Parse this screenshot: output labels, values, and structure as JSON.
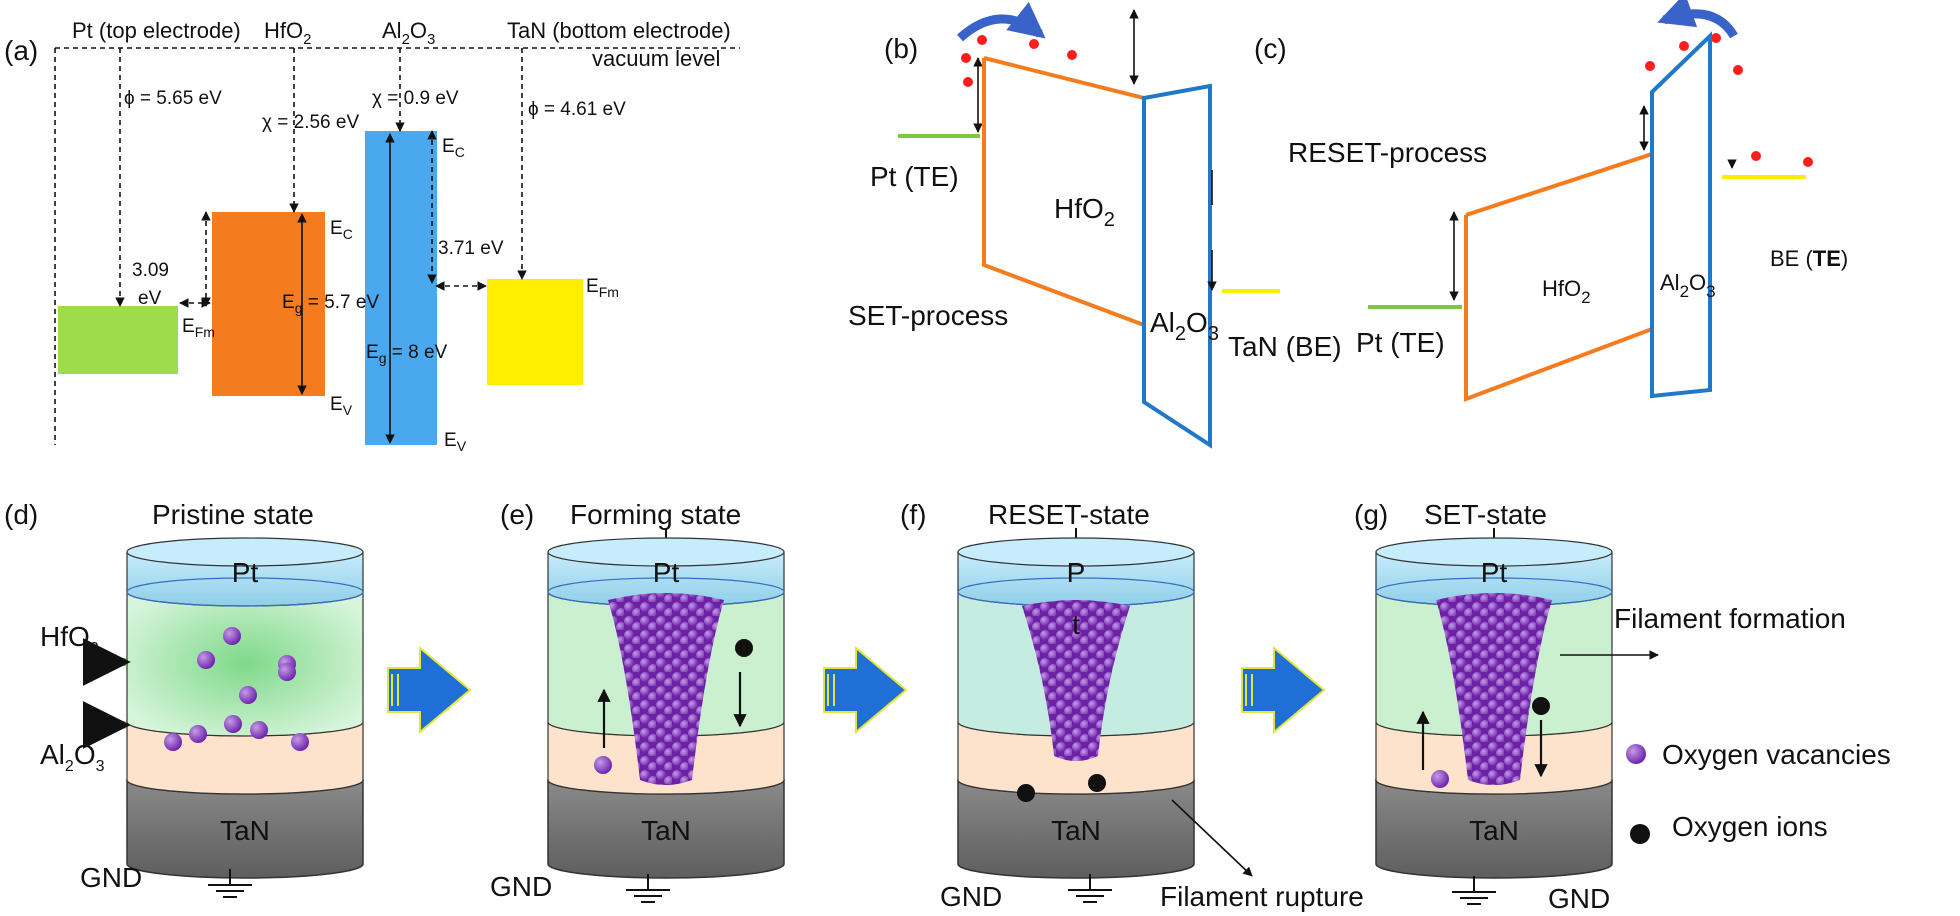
{
  "colors": {
    "pt_metal": "#9ddc4d",
    "hfo2": "#f47c1f",
    "al2o3": "#4aa8ef",
    "tan_metal": "#ffee00",
    "pt_line": "#7cc93f",
    "arrow_blue": "#3a63c9",
    "vacancy": "#7b2fb5",
    "ion": "#111111",
    "electron": "#ff1d1d",
    "tan_cyl": "#777777",
    "pt_cap": "#a9dbf0",
    "hfo2_layer": "#cbf0cf",
    "al2o3_layer": "#fde3cc",
    "transfer_arrow": "#1f6fd6"
  },
  "panel_a": {
    "label": "(a)",
    "pt_header": "Pt (top electrode)",
    "hfo2_header": "HfO",
    "hfo2_header_sub": "2",
    "al2o3_header": "Al",
    "al2o3_header_sub1": "2",
    "al2o3_header_o": "O",
    "al2o3_header_sub2": "3",
    "tan_header": "TaN (bottom electrode)",
    "vacuum": "vacuum level",
    "phi_pt": "ϕ = 5.65 eV",
    "chi_hfo2": "χ = 2.56 eV",
    "chi_al2o3": "χ = 0.9 eV",
    "phi_tan": "ϕ = 4.61 eV",
    "gap_pt": "3.09",
    "gap_pt_unit": "eV",
    "efm_left": "E",
    "efm_left_sub": "Fm",
    "ec_hfo2": "E",
    "ec_sub": "C",
    "eg_hfo2": "E",
    "eg_sub": "g",
    "eg_hfo2_val": " = 5.7 eV",
    "ev_hfo2": "E",
    "ev_sub": "V",
    "ec_al2o3": "E",
    "gap_tan": "3.71 eV",
    "eg_al2o3": "E",
    "eg_al2o3_val": " = 8 eV",
    "ev_al2o3": "E",
    "efm_right": "E",
    "efm_right_sub": "Fm"
  },
  "panel_b": {
    "label": "(b)",
    "pt": "Pt (TE)",
    "hfo2": "HfO",
    "hfo2_sub": "2",
    "process": "SET-process",
    "al2o3": "Al",
    "al2o3_sub1": "2",
    "al2o3_o": "O",
    "al2o3_sub2": "3",
    "tan": "TaN (BE)"
  },
  "panel_c": {
    "label": "(c)",
    "process": "RESET-process",
    "hfo2": "HfO",
    "hfo2_sub": "2",
    "al2o3": "Al",
    "al2o3_sub1": "2",
    "al2o3_o": "O",
    "al2o3_sub2": "3",
    "be": "BE (",
    "be_bold": "TE",
    "be_end": ")",
    "pt": "Pt (TE)"
  },
  "cells": [
    {
      "label": "(d)",
      "title": "Pristine state",
      "top": "Pt",
      "bottom": "TaN",
      "gnd": "GND"
    },
    {
      "label": "(e)",
      "title": "Forming state",
      "top": "Pt",
      "bottom": "TaN",
      "gnd": "GND"
    },
    {
      "label": "(f)",
      "title": "RESET-state",
      "top": "P",
      "top2": "t",
      "bottom": "TaN",
      "gnd": "GND"
    },
    {
      "label": "(g)",
      "title": "SET-state",
      "top": "Pt",
      "bottom": "TaN",
      "gnd": "GND"
    }
  ],
  "panel_d": {
    "hfo2": "HfO",
    "hfo2_sub": "2",
    "al2o3": "Al",
    "al2o3_sub1": "2",
    "al2o3_o": "O",
    "al2o3_sub2": "3"
  },
  "annotations": {
    "filament_rupture": "Filament rupture",
    "filament_formation": "Filament formation"
  },
  "legend": {
    "vacancies": "Oxygen vacancies",
    "ions": "Oxygen ions"
  }
}
